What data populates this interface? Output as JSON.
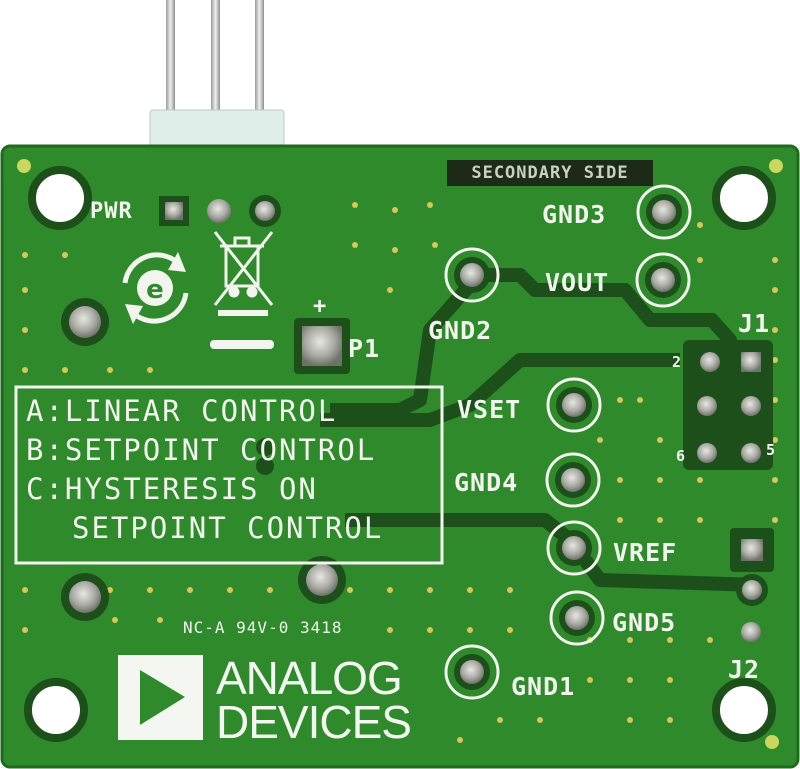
{
  "board": {
    "secondary_side": "SECONDARY SIDE",
    "pwr": "PWR",
    "plus": "+",
    "p1": "P1",
    "j1": "J1",
    "j2": "J2",
    "pin2": "2",
    "pin6": "6",
    "pin5": "5",
    "gnd1": "GND1",
    "gnd2": "GND2",
    "gnd3": "GND3",
    "gnd4": "GND4",
    "gnd5": "GND5",
    "vout": "VOUT",
    "vset": "VSET",
    "vref": "VREF",
    "rating": "NC-A 94V-0 3418",
    "control_a": "A:LINEAR CONTROL",
    "control_b": "B:SETPOINT CONTROL",
    "control_c1": "C:HYSTERESIS ON",
    "control_c2": "SETPOINT CONTROL",
    "brand_line1": "ANALOG",
    "brand_line2": "DEVICES"
  },
  "colors": {
    "pcb_green": "#2f8a2c",
    "pcb_dark": "#1d4f1a",
    "silkscreen": "#f2f4ee",
    "copper_pad": "#b8b8b0",
    "header_plastic": "#dfeee8"
  },
  "icons": [
    "recycle-e-icon",
    "weee-bin-icon",
    "analog-devices-logo"
  ]
}
